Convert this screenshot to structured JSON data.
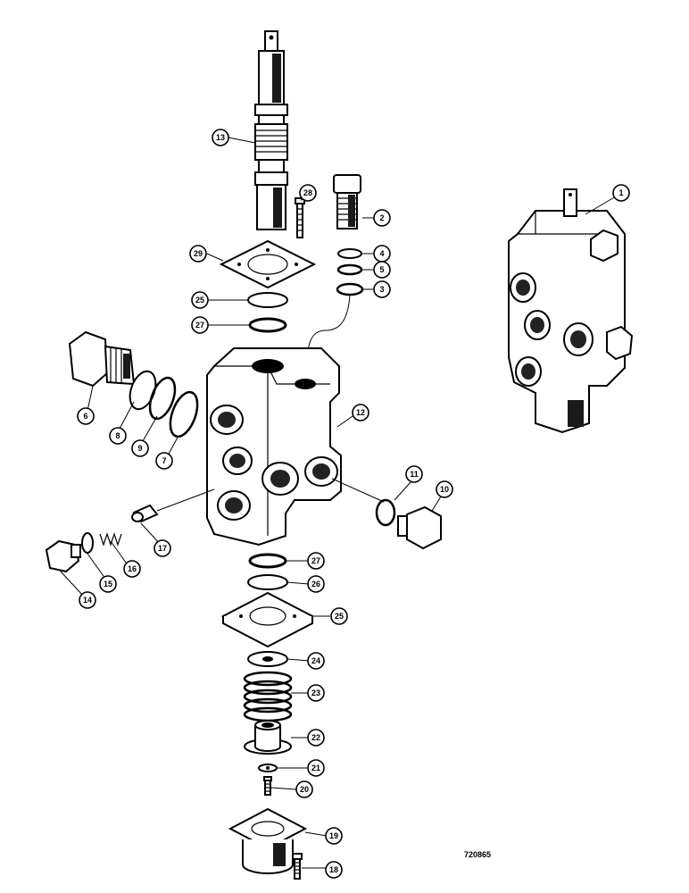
{
  "callouts": [
    "1",
    "2",
    "3",
    "4",
    "5",
    "6",
    "7",
    "8",
    "9",
    "10",
    "11",
    "12",
    "13",
    "14",
    "15",
    "16",
    "17",
    "18",
    "19",
    "20",
    "21",
    "22",
    "23",
    "24",
    "25",
    "26",
    "27",
    "28",
    "29"
  ],
  "parts": {
    "assembled_valve": "1",
    "relief_valve": "2",
    "o_ring_3": "3",
    "backup_ring_4": "4",
    "o_ring_5": "5",
    "port_plug_6": "6",
    "o_ring_7": "7",
    "backup_ring_8": "8",
    "o_ring_9": "9",
    "plug_10": "10",
    "o_ring_11": "11",
    "valve_body": "12",
    "spool": "13",
    "plug_14": "14",
    "o_ring_15": "15",
    "spring_16": "16",
    "poppet_17": "17",
    "screw_18": "18",
    "cap_19": "19",
    "screw_20": "20",
    "washer_21": "21",
    "spring_seat_22": "22",
    "spring_23": "23",
    "washer_24": "24",
    "plate_25": "25",
    "backup_ring_26": "26",
    "o_ring_27": "27",
    "screw_28": "28",
    "plate_29": "29"
  },
  "reference_number": "720865"
}
